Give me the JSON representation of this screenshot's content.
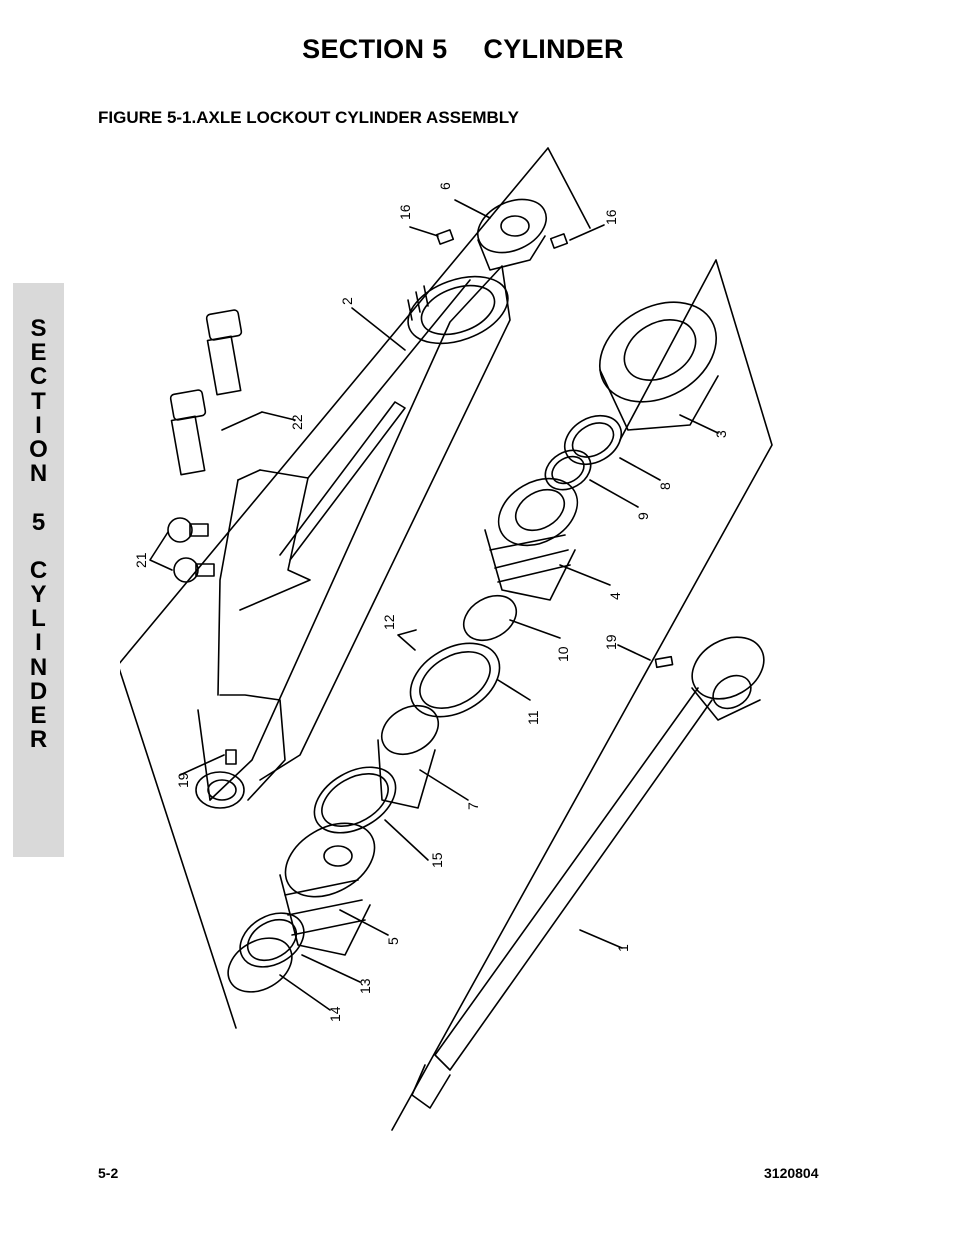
{
  "header": {
    "section_number": "SECTION 5",
    "section_name": "CYLINDER"
  },
  "figure": {
    "title": "FIGURE 5-1.AXLE LOCKOUT CYLINDER ASSEMBLY",
    "callouts": {
      "c1": "1",
      "c2": "2",
      "c3": "3",
      "c4": "4",
      "c5": "5",
      "c6": "6",
      "c7": "7",
      "c8": "8",
      "c9": "9",
      "c10": "10",
      "c11": "11",
      "c12": "12",
      "c13": "13",
      "c14": "14",
      "c15": "15",
      "c16a": "16",
      "c16b": "16",
      "c19a": "19",
      "c19b": "19",
      "c21": "21",
      "c22": "22"
    }
  },
  "side_tab": {
    "letters": [
      "S",
      "E",
      "C",
      "T",
      "I",
      "O",
      "N",
      " ",
      "5",
      " ",
      "C",
      "Y",
      "L",
      "I",
      "N",
      "D",
      "E",
      "R"
    ]
  },
  "footer": {
    "page_number": "5-2",
    "doc_number": "3120804"
  }
}
